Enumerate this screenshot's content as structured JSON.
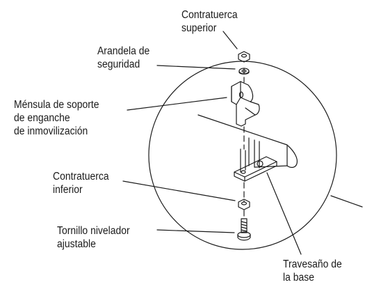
{
  "labels": {
    "top_locknut": [
      "Contratuerca",
      "superior"
    ],
    "lock_washer": [
      "Arandela de",
      "seguridad"
    ],
    "bracket": [
      "Ménsula de soporte",
      "de enganche",
      "de inmovilización"
    ],
    "bottom_locknut": [
      "Contratuerca",
      "inferior"
    ],
    "leveling_screw": [
      "Tornillo nivelador",
      "ajustable"
    ],
    "base_crossbar": [
      "Travesaño de",
      "la base"
    ]
  },
  "colors": {
    "line": "#1a1a1a",
    "background": "#ffffff"
  }
}
